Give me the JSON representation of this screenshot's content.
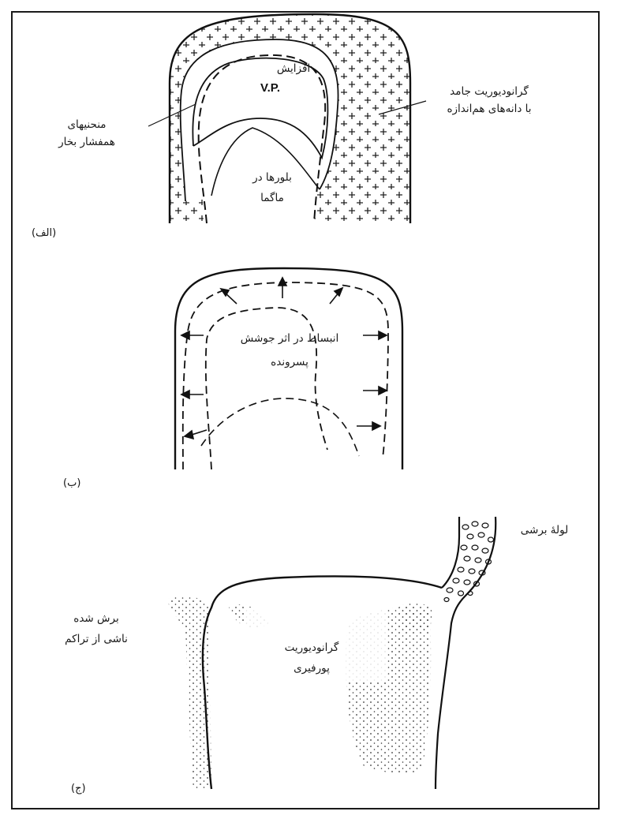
{
  "panel_a": {
    "tag": "(الف)",
    "increase": "افزایش",
    "vp": "V.P.",
    "isobar_line1": "منحنیهای",
    "isobar_line2": "همفشار بخار",
    "granodiorite_line1": "گرانودیوریت جامد",
    "granodiorite_line2": "با دانه‌های هم‌اندازه",
    "crystals_line1": "بلورها در",
    "crystals_line2": "ماگما"
  },
  "panel_b": {
    "tag": "(ب)",
    "expansion_line1": "انبساط در اثر جوشش",
    "expansion_line2": "پسرونده"
  },
  "panel_c": {
    "tag": "(ج)",
    "pipe": "لولهٔ برشی",
    "breccia_line1": "برش شده",
    "breccia_line2": "ناشی از تراکم",
    "porphyry_line1": "گرانودیوریت",
    "porphyry_line2": "پورفیری"
  }
}
